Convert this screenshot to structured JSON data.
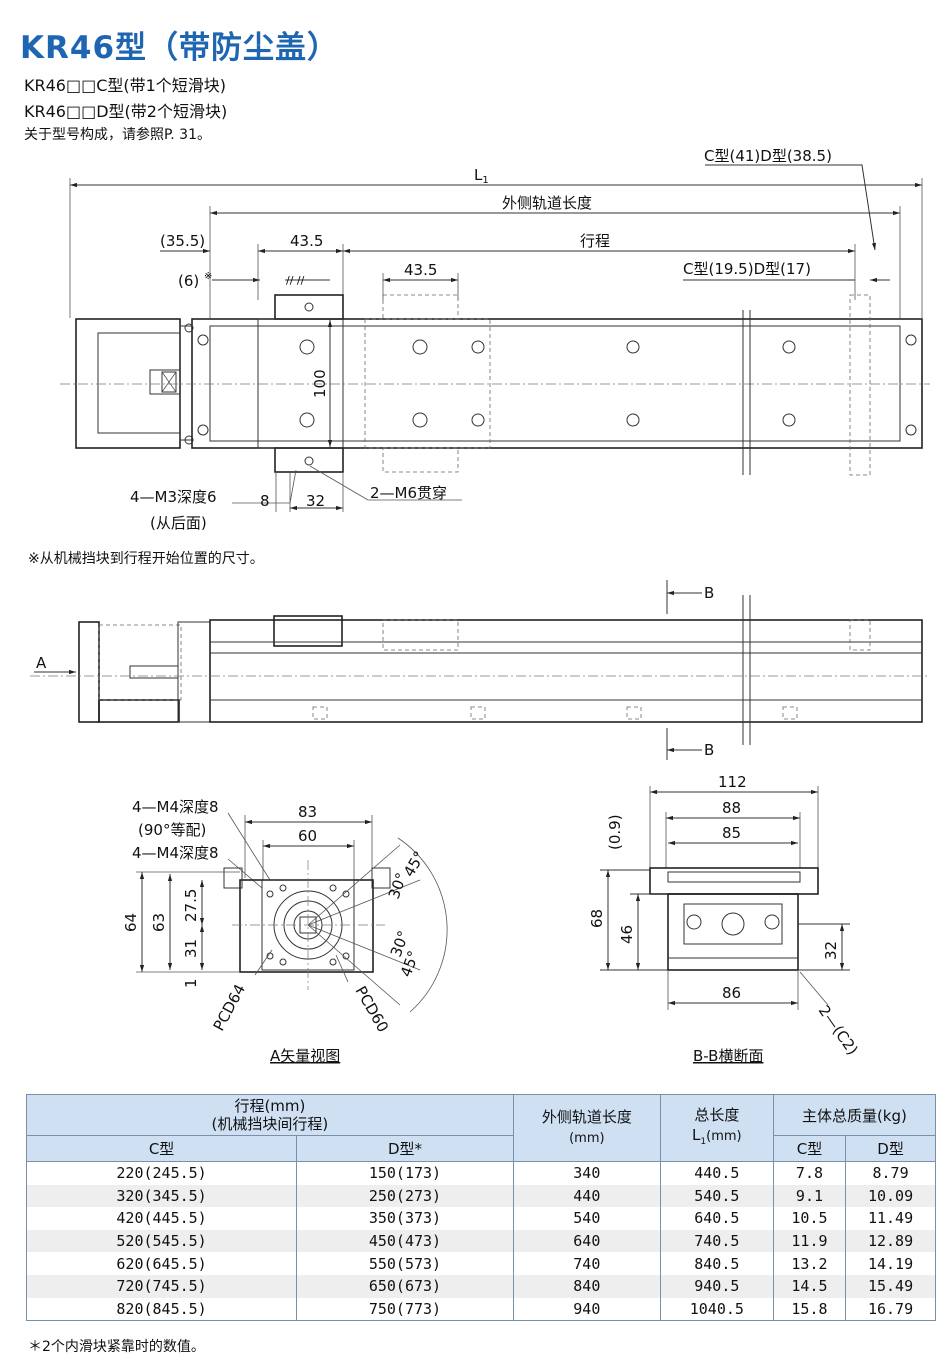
{
  "header": {
    "title": "KR46型（带防尘盖）",
    "line1": "KR46□□C型(带1个短滑块)",
    "line2": "KR46□□D型(带2个短滑块)",
    "ref": "关于型号构成，请参照P. 31。"
  },
  "top_view": {
    "l1": "L",
    "l1_sub": "1",
    "cd_end": "C型(41)D型(38.5)",
    "rail_len": "外侧轨道长度",
    "d35": "(35.5)",
    "d43a": "43.5",
    "stroke": "行程",
    "d6": "(6)",
    "d6_mark": "※",
    "d43b": "43.5",
    "cd_inner": "C型(19.5)D型(17)",
    "d100": "100",
    "m3": "4—M3深度6",
    "m3b": "(从后面)",
    "d8": "8",
    "d32": "32",
    "m6": "2—M6贯穿",
    "footnote": "※从机械挡块到行程开始位置的尺寸。"
  },
  "side_view": {
    "b1": "B",
    "b2": "B",
    "a": "A"
  },
  "a_view": {
    "m4a": "4—M4深度8",
    "m4a2": "(90°等配)",
    "m4b": "4—M4深度8",
    "d83": "83",
    "d60": "60",
    "d64": "64",
    "d63": "63",
    "d275": "27.5",
    "d31": "31",
    "d1": "1",
    "a30a": "30°",
    "a45a": "45°",
    "a30b": "30°",
    "a45b": "45°",
    "pcd64": "PCD64",
    "pcd60": "PCD60",
    "caption": "A矢量视图"
  },
  "bb_view": {
    "d112": "112",
    "d88": "88",
    "d85": "85",
    "d09": "(0.9)",
    "d68": "68",
    "d46": "46",
    "d32": "32",
    "d86": "86",
    "c2": "2—(C2)",
    "caption": "B-B横断面"
  },
  "table": {
    "h_stroke": "行程(mm)",
    "h_stroke2": "(机械挡块间行程)",
    "h_c": "C型",
    "h_d": "D型*",
    "h_rail": "外侧轨道长度",
    "h_rail_unit": "(mm)",
    "h_total": "总长度",
    "h_total_l": "L",
    "h_total_sub": "1",
    "h_total_unit": "(mm)",
    "h_mass": "主体总质量(kg)",
    "h_mass_c": "C型",
    "h_mass_d": "D型",
    "rows": [
      [
        "220(245.5)",
        "150(173)",
        "340",
        "440.5",
        "7.8",
        "8.79"
      ],
      [
        "320(345.5)",
        "250(273)",
        "440",
        "540.5",
        "9.1",
        "10.09"
      ],
      [
        "420(445.5)",
        "350(373)",
        "540",
        "640.5",
        "10.5",
        "11.49"
      ],
      [
        "520(545.5)",
        "450(473)",
        "640",
        "740.5",
        "11.9",
        "12.89"
      ],
      [
        "620(645.5)",
        "550(573)",
        "740",
        "840.5",
        "13.2",
        "14.19"
      ],
      [
        "720(745.5)",
        "650(673)",
        "840",
        "940.5",
        "14.5",
        "15.49"
      ],
      [
        "820(845.5)",
        "750(773)",
        "940",
        "1040.5",
        "15.8",
        "16.79"
      ]
    ],
    "footnote": "＊2个内滑块紧靠时的数值。"
  },
  "colors": {
    "title": "#1f66b2",
    "table_header": "#cfe0f3",
    "row_alt": "#eeeeee"
  }
}
